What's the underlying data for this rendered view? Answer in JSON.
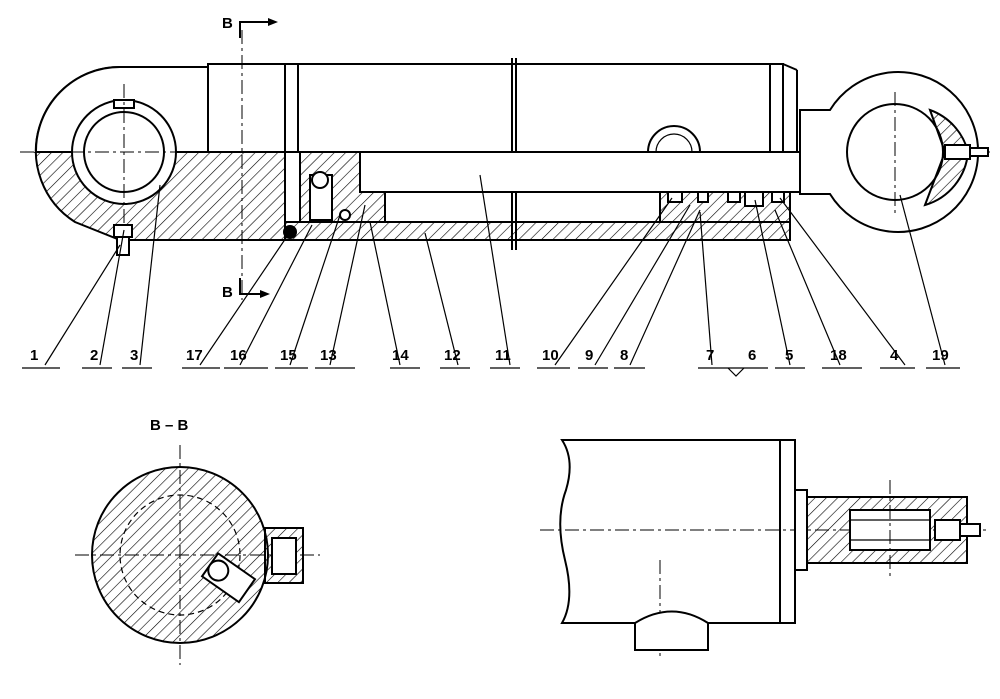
{
  "section_marks": {
    "top": "B",
    "bottom": "B"
  },
  "section_title": "B – B",
  "part_numbers": [
    "1",
    "2",
    "3",
    "17",
    "16",
    "15",
    "13",
    "14",
    "12",
    "11",
    "10",
    "9",
    "8",
    "7",
    "6",
    "5",
    "18",
    "4",
    "19"
  ]
}
